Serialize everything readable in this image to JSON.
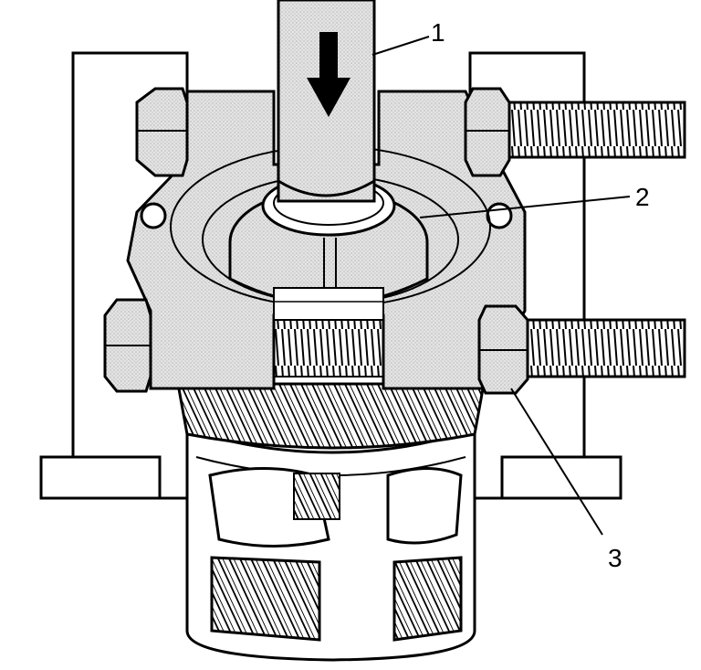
{
  "callouts": [
    {
      "id": "1",
      "text": "1"
    },
    {
      "id": "2",
      "text": "2"
    },
    {
      "id": "3",
      "text": "3"
    }
  ],
  "colors": {
    "ink": "#000000",
    "paper": "#ffffff",
    "stipple": "#d6d6d6"
  },
  "icons": {
    "press_direction": "arrow-down-icon"
  }
}
